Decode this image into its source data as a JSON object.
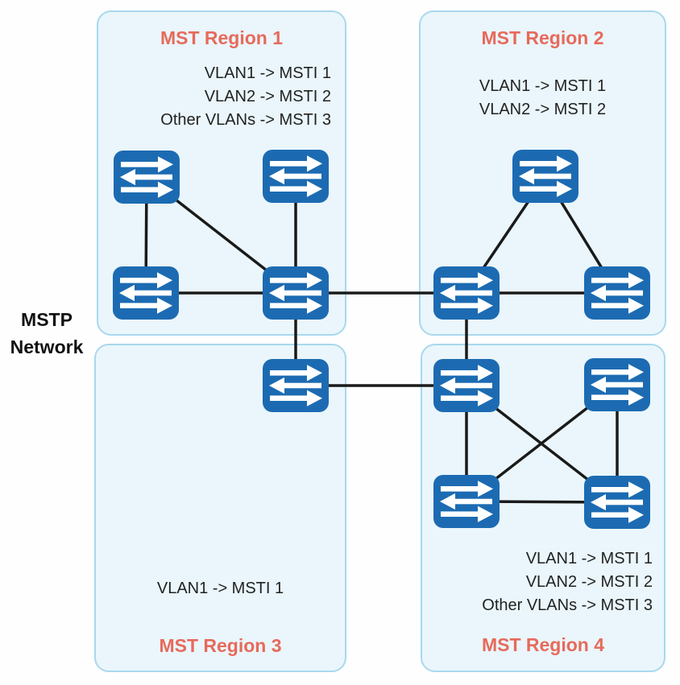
{
  "network_label": {
    "lines": [
      "MSTP",
      "Network"
    ]
  },
  "colors": {
    "background": "#fefefe",
    "region_fill": "#eaf6fb",
    "region_border": "#a8d8ee",
    "region_title": "#e76a5c",
    "text": "#222222",
    "switch": "#1c6bb2",
    "link": "#1a1a1a"
  },
  "regions": [
    {
      "id": "r1",
      "title": "MST Region 1",
      "mappings": [
        "VLAN1 -> MSTI 1",
        "VLAN2 -> MSTI 2",
        "Other VLANs -> MSTI 3"
      ]
    },
    {
      "id": "r2",
      "title": "MST Region 2",
      "mappings": [
        "VLAN1 -> MSTI 1",
        "VLAN2 -> MSTI 2"
      ]
    },
    {
      "id": "r3",
      "title": "MST Region 3",
      "mappings": [
        "VLAN1 -> MSTI 1"
      ]
    },
    {
      "id": "r4",
      "title": "MST Region 4",
      "mappings": [
        "VLAN1 -> MSTI 1",
        "VLAN2 -> MSTI 2",
        "Other VLANs -> MSTI 3"
      ]
    }
  ],
  "switches": [
    {
      "id": "s1",
      "region": "r1"
    },
    {
      "id": "s2",
      "region": "r1"
    },
    {
      "id": "s3",
      "region": "r1"
    },
    {
      "id": "s4",
      "region": "r1"
    },
    {
      "id": "s5",
      "region": "r2"
    },
    {
      "id": "s6",
      "region": "r2"
    },
    {
      "id": "s7",
      "region": "r2"
    },
    {
      "id": "s8",
      "region": "r3"
    },
    {
      "id": "s9",
      "region": "r4"
    },
    {
      "id": "s10",
      "region": "r4"
    },
    {
      "id": "s11",
      "region": "r4"
    },
    {
      "id": "s12",
      "region": "r4"
    }
  ],
  "links": [
    [
      "s1",
      "s3"
    ],
    [
      "s1",
      "s4"
    ],
    [
      "s2",
      "s4"
    ],
    [
      "s3",
      "s4"
    ],
    [
      "s5",
      "s6"
    ],
    [
      "s5",
      "s7"
    ],
    [
      "s6",
      "s7"
    ],
    [
      "s4",
      "s6"
    ],
    [
      "s4",
      "s8"
    ],
    [
      "s8",
      "s9"
    ],
    [
      "s6",
      "s9"
    ],
    [
      "s9",
      "s11"
    ],
    [
      "s10",
      "s12"
    ],
    [
      "s9",
      "s12"
    ],
    [
      "s10",
      "s11"
    ],
    [
      "s11",
      "s12"
    ]
  ]
}
